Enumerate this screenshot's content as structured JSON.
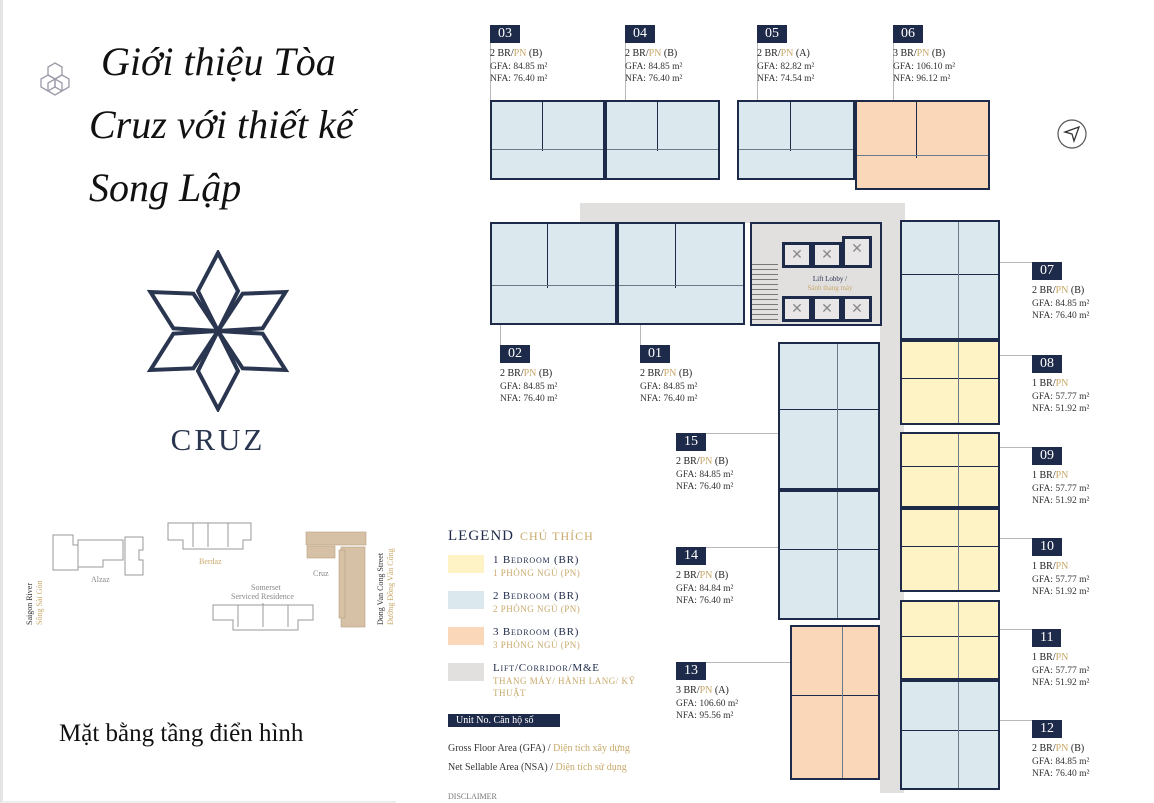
{
  "left_panel": {
    "title_lines": [
      "Giới thiệu Tòa",
      "Cruz với thiết kế",
      "Song Lập"
    ],
    "brand": "CRUZ",
    "subtitle": "Mặt bằng tầng điển hình",
    "site_map": {
      "river": "Saigon River",
      "river_vi": "Sông Sài Gòn",
      "alzaz": "Alzaz",
      "berdaz": "Berdaz",
      "somerset_1": "Somerset",
      "somerset_2": "Serviced Residence",
      "cruz": "Cruz",
      "street": "Dong Van Cong Street",
      "street_vi": "Đường Đồng Văn Cống"
    }
  },
  "plan": {
    "lift_lobby": "Lift Lobby /",
    "lift_lobby_vi": "Sảnh thang máy",
    "units": [
      {
        "no": "01",
        "br": "2 BR/",
        "pn": "PN",
        "variant": " (B)",
        "gfa": "GFA: 84.85 m²",
        "nfa": "NFA: 76.40 m²"
      },
      {
        "no": "02",
        "br": "2 BR/",
        "pn": "PN",
        "variant": " (B)",
        "gfa": "GFA: 84.85 m²",
        "nfa": "NFA: 76.40 m²"
      },
      {
        "no": "03",
        "br": "2 BR/",
        "pn": "PN",
        "variant": " (B)",
        "gfa": "GFA: 84.85 m²",
        "nfa": "NFA: 76.40 m²"
      },
      {
        "no": "04",
        "br": "2 BR/",
        "pn": "PN",
        "variant": " (B)",
        "gfa": "GFA: 84.85 m²",
        "nfa": "NFA: 76.40 m²"
      },
      {
        "no": "05",
        "br": "2 BR/",
        "pn": "PN",
        "variant": " (A)",
        "gfa": "GFA: 82.82 m²",
        "nfa": "NFA: 74.54 m²"
      },
      {
        "no": "06",
        "br": "3 BR/",
        "pn": "PN",
        "variant": " (B)",
        "gfa": "GFA: 106.10 m²",
        "nfa": "NFA: 96.12 m²"
      },
      {
        "no": "07",
        "br": "2 BR/",
        "pn": "PN",
        "variant": " (B)",
        "gfa": "GFA: 84.85 m²",
        "nfa": "NFA: 76.40 m²"
      },
      {
        "no": "08",
        "br": "1 BR/",
        "pn": "PN",
        "variant": "",
        "gfa": "GFA: 57.77 m²",
        "nfa": "NFA: 51.92 m²"
      },
      {
        "no": "09",
        "br": "1 BR/",
        "pn": "PN",
        "variant": "",
        "gfa": "GFA: 57.77 m²",
        "nfa": "NFA: 51.92 m²"
      },
      {
        "no": "10",
        "br": "1 BR/",
        "pn": "PN",
        "variant": "",
        "gfa": "GFA: 57.77 m²",
        "nfa": "NFA: 51.92 m²"
      },
      {
        "no": "11",
        "br": "1 BR/",
        "pn": "PN",
        "variant": "",
        "gfa": "GFA: 57.77 m²",
        "nfa": "NFA: 51.92 m²"
      },
      {
        "no": "12",
        "br": "2 BR/",
        "pn": "PN",
        "variant": " (B)",
        "gfa": "GFA: 84.85 m²",
        "nfa": "NFA: 76.40 m²"
      },
      {
        "no": "13",
        "br": "3 BR/",
        "pn": "PN",
        "variant": " (A)",
        "gfa": "GFA: 106.60 m²",
        "nfa": "NFA: 95.56 m²"
      },
      {
        "no": "14",
        "br": "2 BR/",
        "pn": "PN",
        "variant": " (B)",
        "gfa": "GFA: 84.84 m²",
        "nfa": "NFA: 76.40 m²"
      },
      {
        "no": "15",
        "br": "2 BR/",
        "pn": "PN",
        "variant": " (B)",
        "gfa": "GFA: 84.85 m²",
        "nfa": "NFA: 76.40 m²"
      }
    ]
  },
  "legend": {
    "title": "LEGEND",
    "title_vi": "CHÚ THÍCH",
    "items": [
      {
        "label": "1 Bedroom (BR)",
        "label_vi": "1 PHÒNG NGỦ (PN)",
        "color": "#fdf3c4"
      },
      {
        "label": "2 Bedroom (BR)",
        "label_vi": "2 PHÒNG NGỦ (PN)",
        "color": "#dbe9ef"
      },
      {
        "label": "3 Bedroom (BR)",
        "label_vi": "3 PHÒNG NGỦ (PN)",
        "color": "#f9d7b8"
      },
      {
        "label": "Lift/Corridor/M&E",
        "label_vi": "THANG MÁY/ HÀNH LANG/ KỸ THUẬT",
        "color": "#e2dfdf"
      }
    ],
    "unit_no": "Unit No.  Căn hộ số",
    "gfa": "Gross Floor Area (GFA) / ",
    "gfa_vi": "Diện tích xây dựng",
    "nsa": "Net Sellable Area (NSA) / ",
    "nsa_vi": "Diện tích sử dụng",
    "disclaimer": "DISCLAIMER"
  },
  "colors": {
    "navy": "#1e2a4a",
    "gold": "#c8a96a",
    "one_br": "#fdf3c4",
    "two_br": "#dbe9ef",
    "three_br": "#f9d7b8",
    "common": "#e2dfdf"
  },
  "icons": [
    "hexagon-cluster-icon",
    "cruz-star-logo",
    "north-arrow-icon"
  ]
}
